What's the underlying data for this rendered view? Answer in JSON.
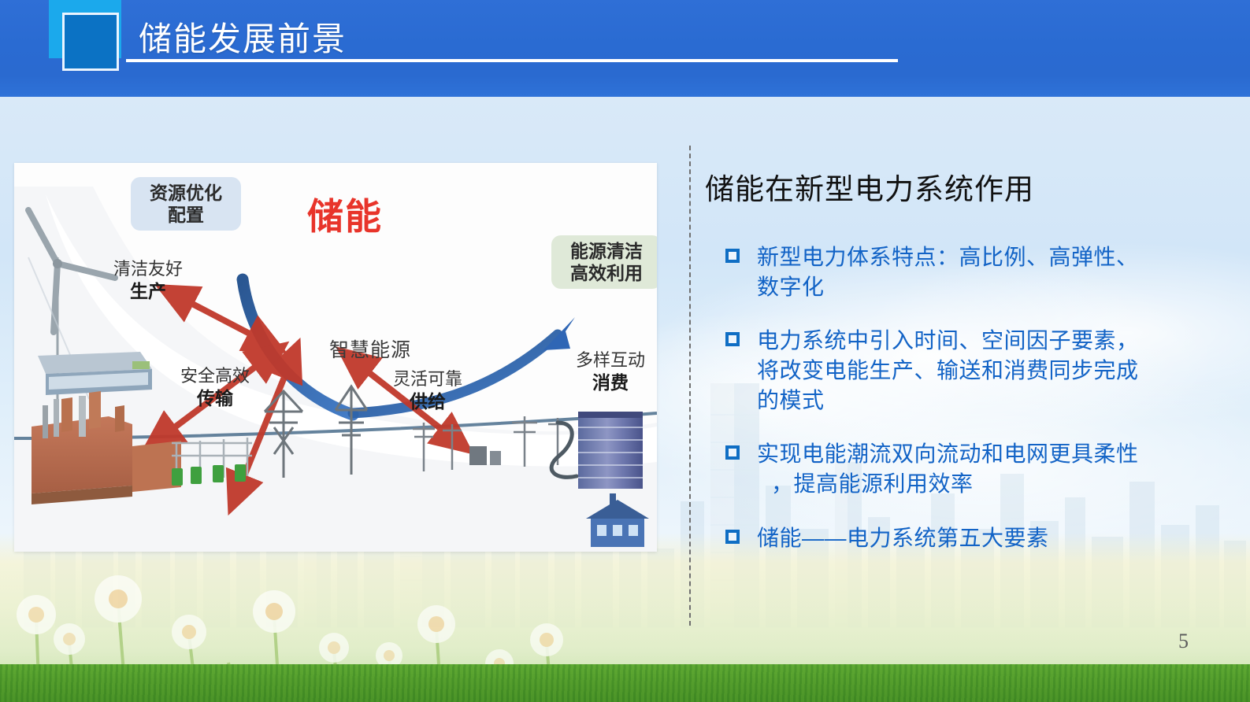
{
  "header": {
    "title": "储能发展前景",
    "accent_light": "#1ba9ec",
    "accent_dark": "#0b72c4",
    "band_color": "#2a6bd2"
  },
  "diagram": {
    "alt": "新型电力系统示意图",
    "chips": [
      {
        "id": "resource",
        "text_line1": "资源优化",
        "text_line2": "配置",
        "color": "#d8e4f2"
      },
      {
        "id": "clean-energy",
        "text_line1": "能源清洁",
        "text_line2": "高效利用",
        "color": "#dfe9d8"
      }
    ],
    "center_label": "储能",
    "center_label_color": "#e8342a",
    "smart_energy_label": "智慧能源",
    "stage_labels": [
      {
        "id": "generation",
        "top": "清洁友好",
        "bottom": "生产"
      },
      {
        "id": "transmission",
        "top": "安全高效",
        "bottom": "传输"
      },
      {
        "id": "supply",
        "top": "灵活可靠",
        "bottom": "供给"
      },
      {
        "id": "consumption",
        "top": "多样互动",
        "bottom": "消费"
      }
    ],
    "arrow_red": "#c0392b",
    "arrow_blue": "#2a5fa8"
  },
  "content": {
    "heading": "储能在新型电力系统作用",
    "bullet_color": "#1263c6",
    "bullets": [
      {
        "lines": [
          "新型电力体系特点：高比例、高弹性、",
          "数字化"
        ]
      },
      {
        "lines": [
          "电力系统中引入时间、空间因子要素，",
          "将改变电能生产、输送和消费同步完成",
          "的模式"
        ]
      },
      {
        "lines": [
          "实现电能潮流双向流动和电网更具柔性",
          "，提高能源利用效率"
        ],
        "indent_from": 1
      },
      {
        "lines": [
          "储能——电力系统第五大要素"
        ]
      }
    ]
  },
  "footer": {
    "page_number": "5"
  }
}
